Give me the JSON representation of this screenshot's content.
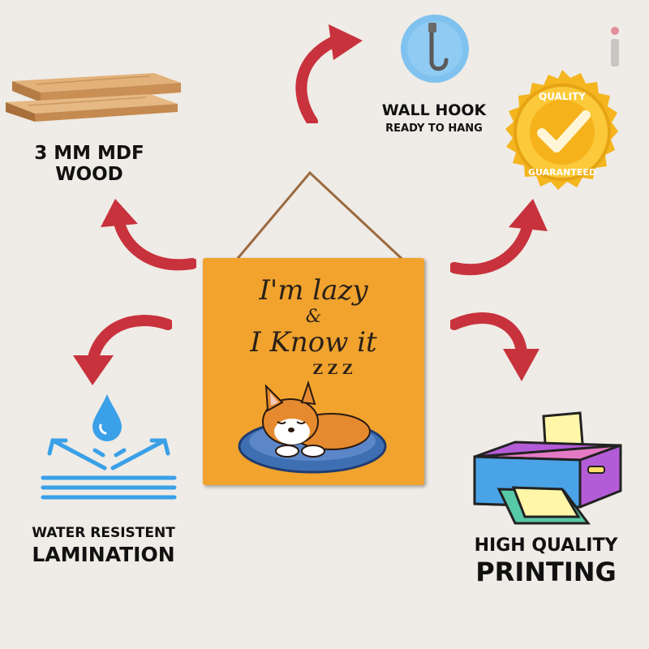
{
  "features": {
    "wood": {
      "line1": "3 MM MDF",
      "line2": "WOOD"
    },
    "hook": {
      "line1": "WALL HOOK",
      "line2": "READY TO HANG"
    },
    "quality": {
      "top": "QUALITY",
      "bottom": "GUARANTEED"
    },
    "lamination": {
      "line1": "WATER RESISTENT",
      "line2": "LAMINATION"
    },
    "printing": {
      "line1": "HIGH QUALITY",
      "line2": "PRINTING"
    }
  },
  "sign": {
    "line1": "I'm lazy",
    "line2": "&",
    "line3": "I Know it",
    "sleep": "Z Z Z"
  },
  "colors": {
    "background": "#efebe6",
    "arrow": "#c8323c",
    "sign": "#f1a32e",
    "badge": "#f4b51f",
    "water": "#3aa0e8"
  },
  "icons": [
    "wood-planks-icon",
    "wall-hook-icon",
    "quality-badge-icon",
    "water-drop-icon",
    "printer-icon",
    "sleeping-dog-icon"
  ]
}
